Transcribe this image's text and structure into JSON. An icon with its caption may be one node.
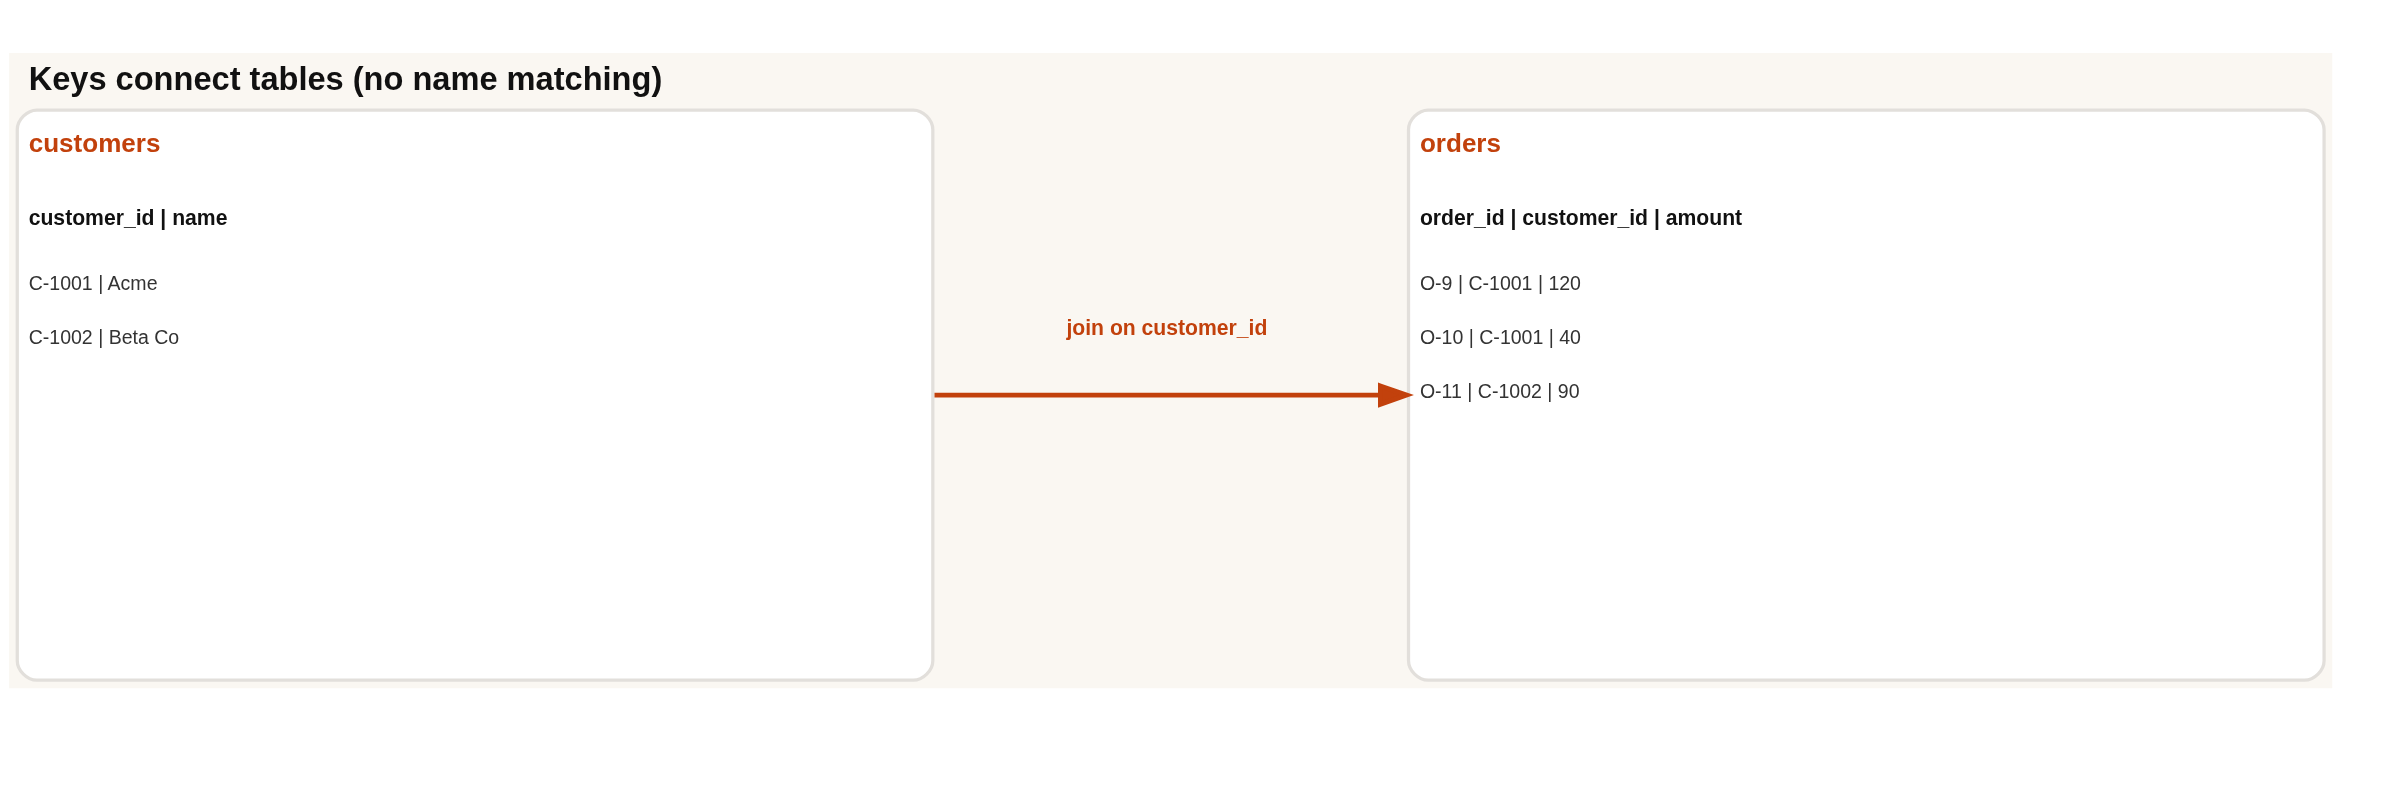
{
  "diagram": {
    "title": "Keys connect tables (no name matching)",
    "nodes": [
      {
        "text": [
          "customers",
          "customer_id | name",
          "C-1001 | Acme",
          "C-1002 | Beta Co"
        ]
      },
      {
        "text": [
          "orders",
          "order_id | customer_id | amount",
          "O-9 | C-1001 | 120",
          "O-10 | C-1001 | 40",
          "O-11 | C-1002 | 90"
        ]
      }
    ],
    "edges": [
      {
        "from": 0,
        "to": 1,
        "arrow": "to",
        "label": "join on customer_id"
      }
    ]
  }
}
